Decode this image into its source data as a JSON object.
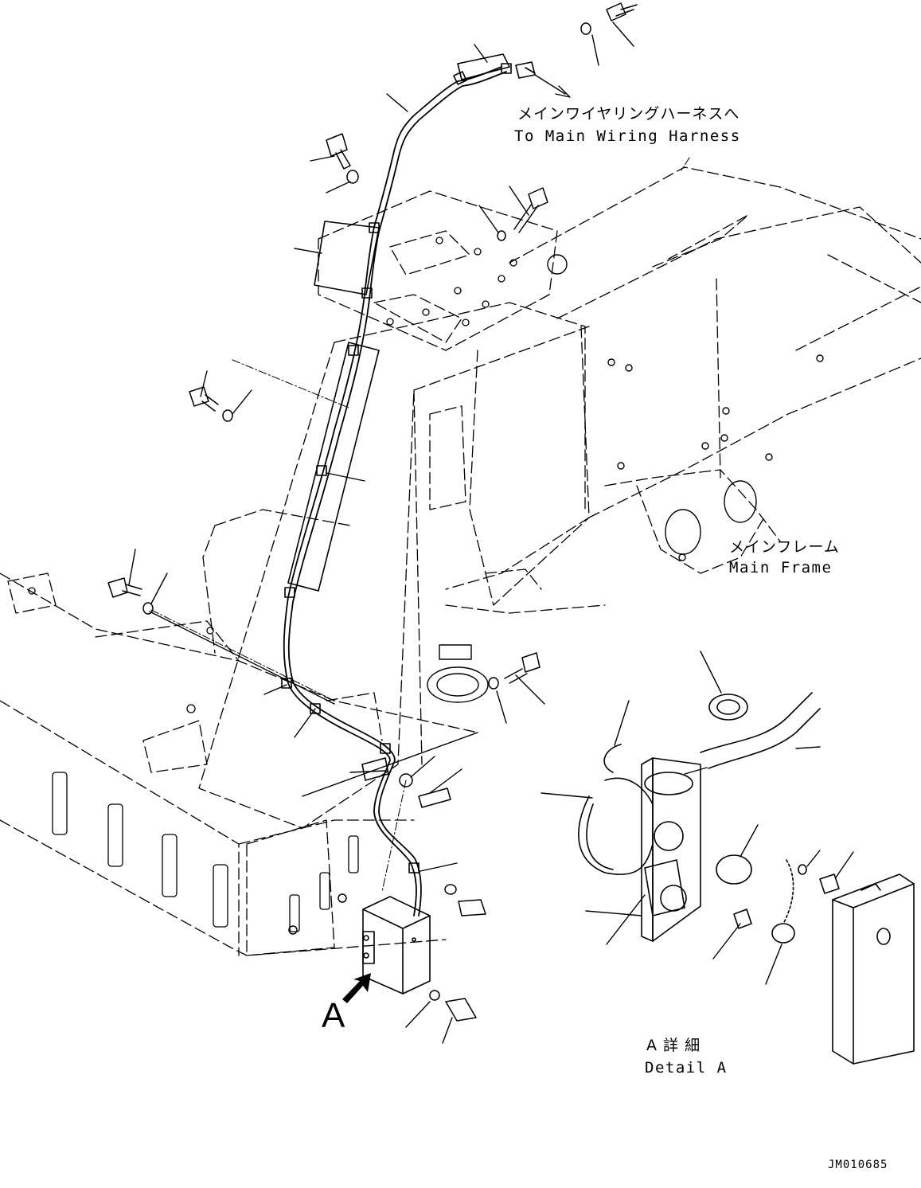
{
  "labels": {
    "to_main_harness_jp": "メインワイヤリングハーネスへ",
    "to_main_harness_en": "To Main Wiring Harness",
    "main_frame_jp": "メインフレーム",
    "main_frame_en": "Main Frame",
    "view_callout": "A",
    "detail_jp": "A 詳 細",
    "detail_en": "Detail A",
    "document_id": "JM010685"
  },
  "colors": {
    "line": "#000000",
    "background": "#ffffff"
  }
}
